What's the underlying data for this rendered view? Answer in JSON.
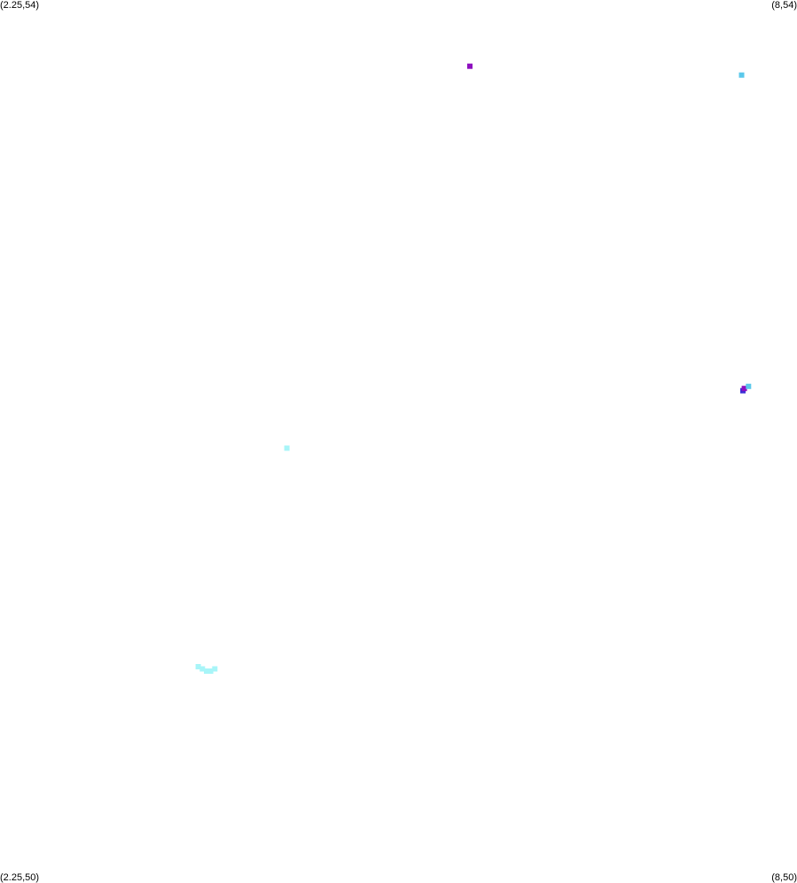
{
  "chart_data": {
    "type": "scatter",
    "title": "",
    "xlabel": "",
    "ylabel": "",
    "xlim": [
      2.25,
      8
    ],
    "ylim": [
      50,
      54
    ],
    "grid": false,
    "legend": "none",
    "corner_labels": {
      "top_left": "(2.25,54)",
      "top_right": "(8,54)",
      "bottom_left": "(2.25,50)",
      "bottom_right": "(8,50)"
    },
    "points": [
      {
        "x": 5.64,
        "y": 53.7,
        "color": "#8e0fbf"
      },
      {
        "x": 7.6,
        "y": 53.66,
        "color": "#5bc8eb"
      },
      {
        "x": 7.61,
        "y": 52.23,
        "color": "#3a2fd6"
      },
      {
        "x": 7.62,
        "y": 52.24,
        "color": "#8e0fbf"
      },
      {
        "x": 7.65,
        "y": 52.25,
        "color": "#5bc8eb"
      },
      {
        "x": 4.32,
        "y": 51.97,
        "color": "#a8f5f8"
      },
      {
        "x": 3.68,
        "y": 50.98,
        "color": "#a8f5f8"
      },
      {
        "x": 3.71,
        "y": 50.97,
        "color": "#a8f5f8"
      },
      {
        "x": 3.74,
        "y": 50.96,
        "color": "#a8f5f8"
      },
      {
        "x": 3.77,
        "y": 50.96,
        "color": "#a8f5f8"
      },
      {
        "x": 3.8,
        "y": 50.97,
        "color": "#a8f5f8"
      }
    ]
  }
}
